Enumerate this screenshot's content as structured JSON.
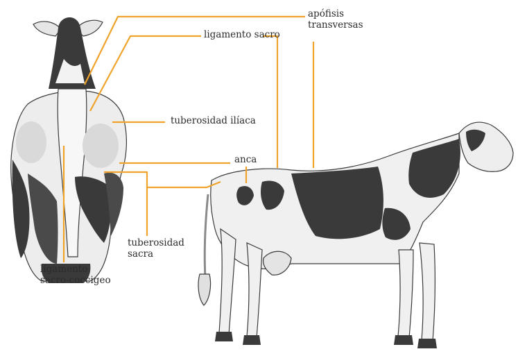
{
  "labels": {
    "apofisis_line1": "apófisis",
    "apofisis_line2": "transversas",
    "ligamento_sacro": "ligamento sacro",
    "tuberosidad_iliaca": "tuberosidad ilíaca",
    "anca": "anca",
    "tuberosidad_sacra_line1": "tuberosidad",
    "tuberosidad_sacra_line2": "sacra",
    "ligamento_coccigeo_line1": "ligamento",
    "ligamento_coccigeo_line2": "sacro-coccigeo"
  },
  "colors": {
    "leader": "#f0a32a",
    "text": "#2b2b2b",
    "dark_patch": "#3a3a3a",
    "light_shade": "#d9d9d9"
  }
}
